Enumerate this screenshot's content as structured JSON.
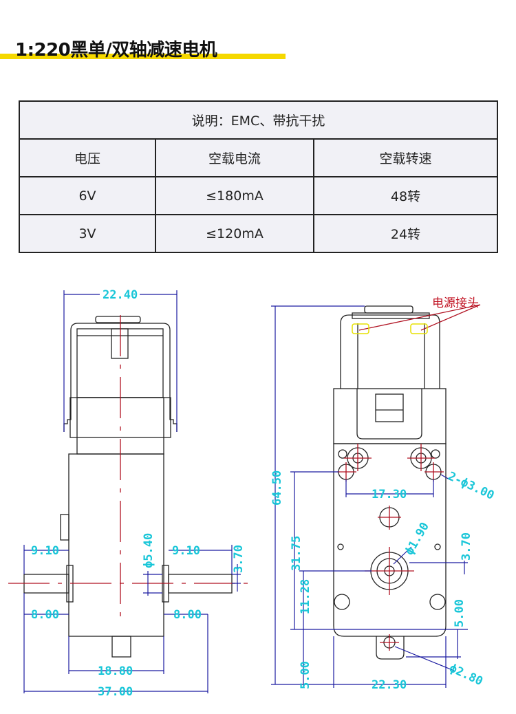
{
  "title": "1:220黑单/双轴减速电机",
  "spec_table": {
    "note": "说明：EMC、带抗干扰",
    "headers": [
      "电压",
      "空载电流",
      "空载转速"
    ],
    "rows": [
      [
        "6V",
        "≤180mA",
        "48转"
      ],
      [
        "3V",
        "≤120mA",
        "24转"
      ]
    ]
  },
  "side_view": {
    "width_top": "22.40",
    "shaft_len_left": "9.10",
    "shaft_len_right": "9.10",
    "shaft_dia": "ϕ5.40",
    "flat": "3.70",
    "offset_left": "8.00",
    "offset_right": "8.00",
    "body_width": "18.80",
    "total_width": "37.00"
  },
  "front_view": {
    "power_label": "电源接头",
    "height_total": "64.50",
    "hole_spacing": "17.30",
    "hole_spec": "2-ϕ3.00",
    "shaft_hole": "ϕ1.90",
    "flat": "3.70",
    "h_3175": "31.75",
    "h_1128": "11.28",
    "h_500_right": "5.00",
    "h_500_left": "5.00",
    "body_width": "22.30",
    "tab_hole": "ϕ2.80"
  },
  "colors": {
    "accent": "#f5d800",
    "dimension": "#19c6d8",
    "centerline": "#b01020"
  }
}
